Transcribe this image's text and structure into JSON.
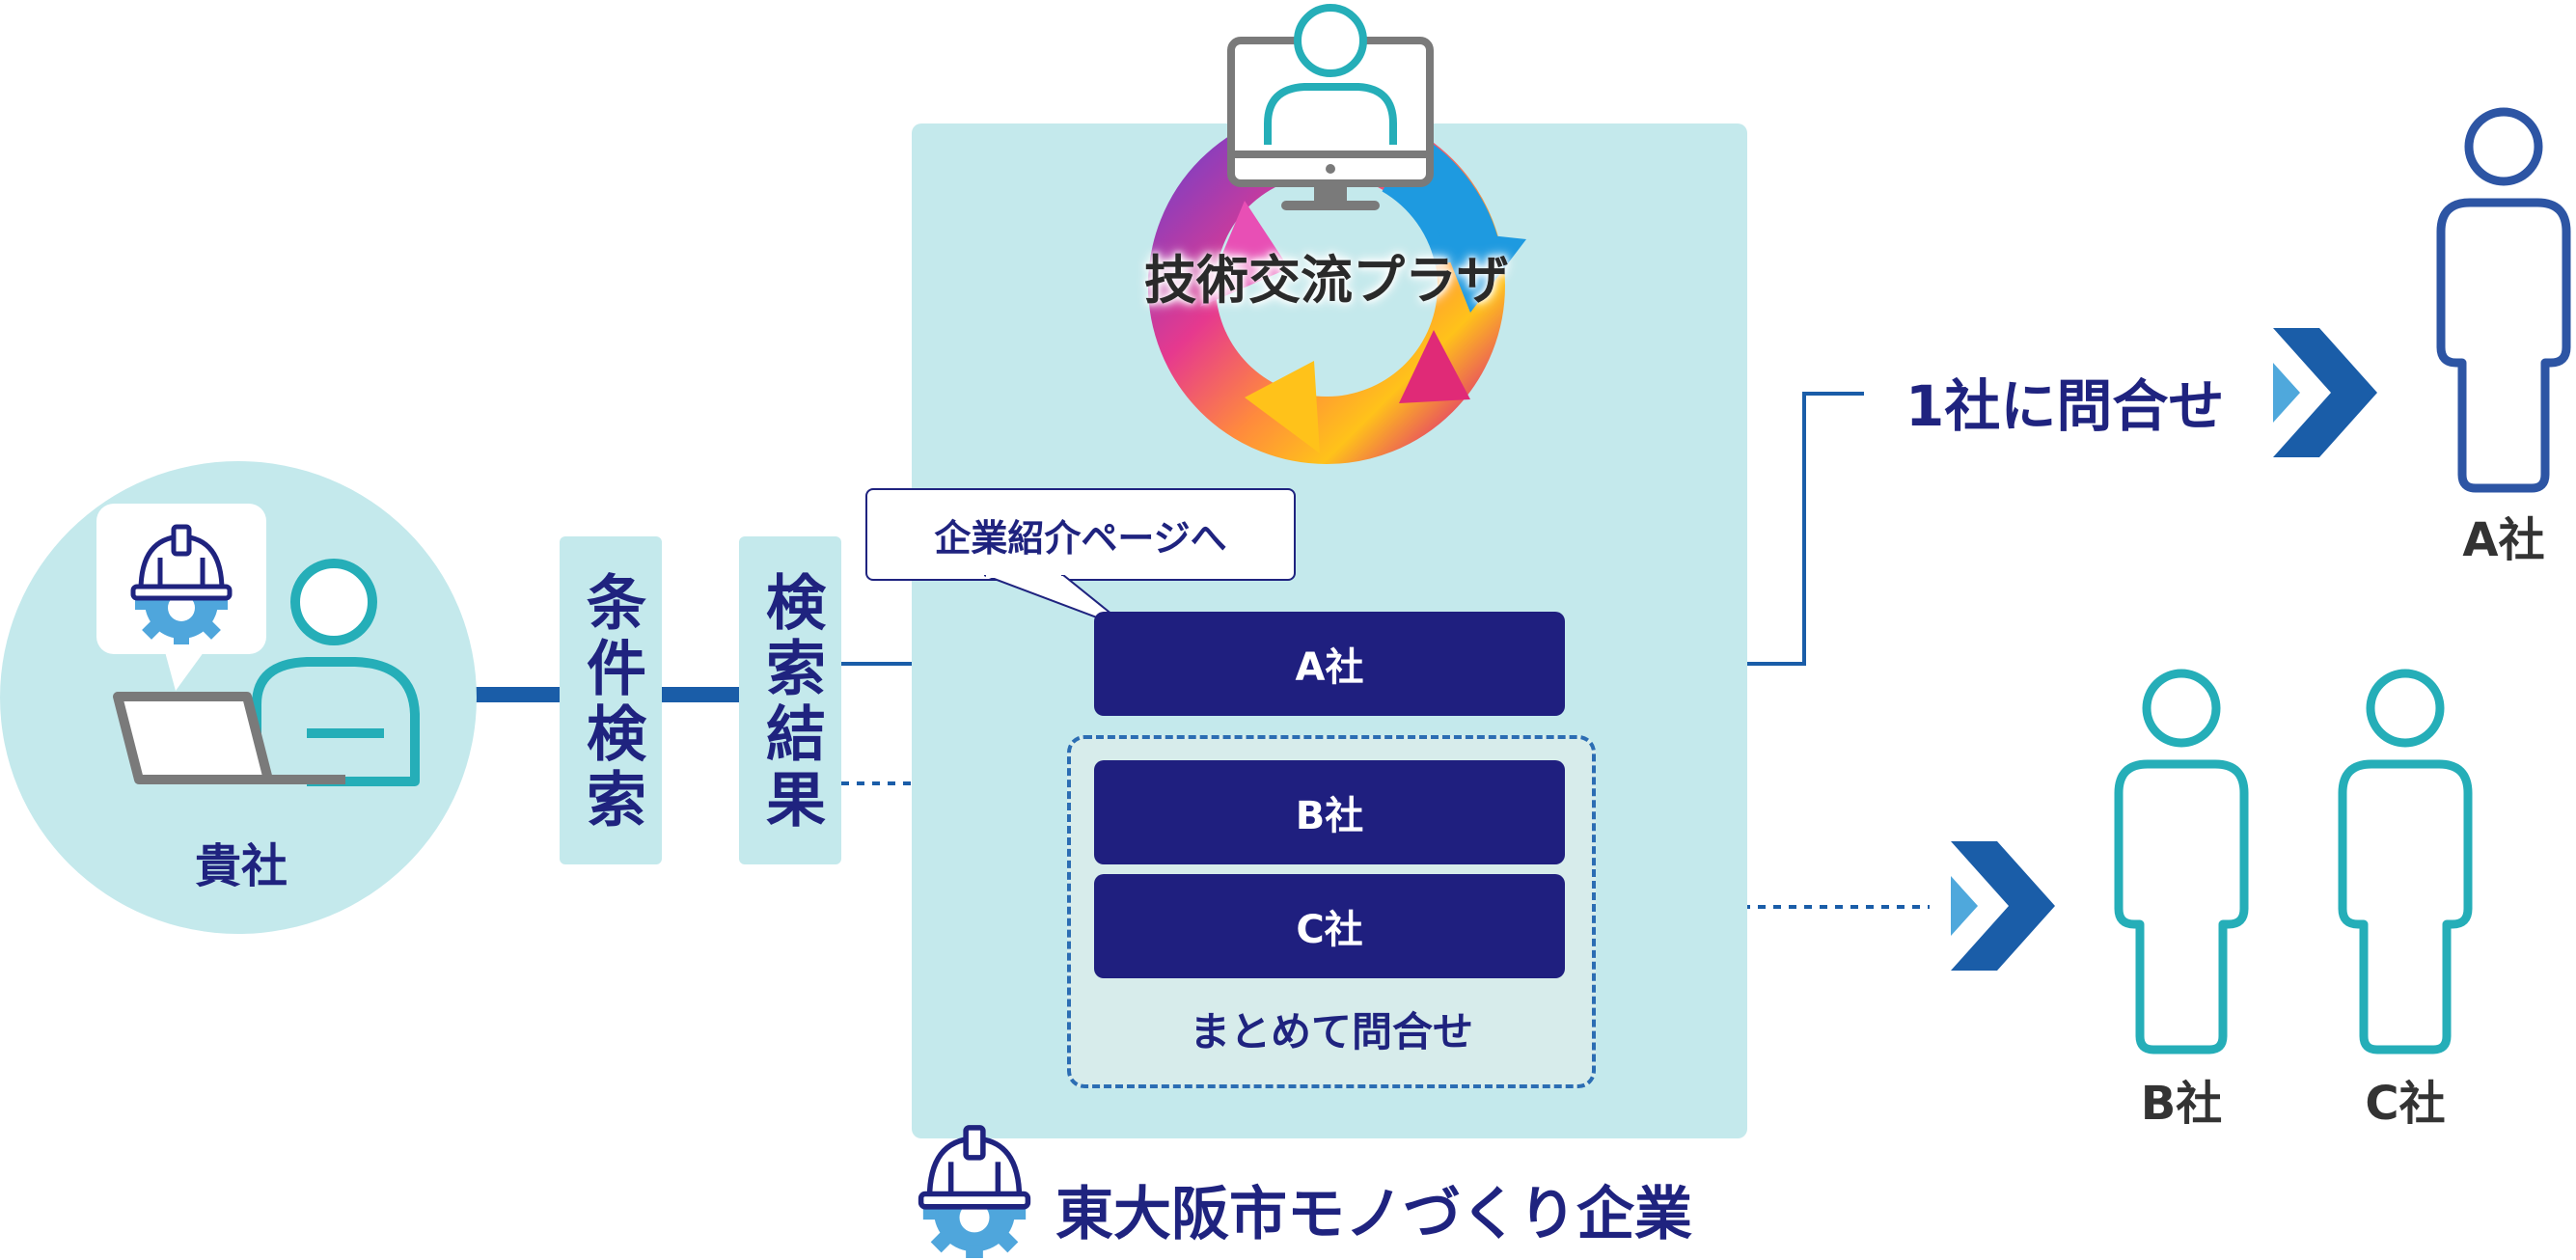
{
  "your_company": {
    "label": "貴社"
  },
  "steps": {
    "search": "条件検索",
    "results": "検索結果"
  },
  "platform": {
    "name": "技術交流プラザ"
  },
  "callout": {
    "text": "企業紹介ページへ"
  },
  "companies": {
    "a": "A社",
    "b": "B社",
    "c": "C社"
  },
  "group_inquiry": {
    "label": "まとめて問合せ"
  },
  "single_inquiry": {
    "label": "1社に問合せ"
  },
  "recipients": {
    "a": "A社",
    "b": "B社",
    "c": "C社"
  },
  "footer": {
    "label": "東大阪市モノづくり企業"
  },
  "colors": {
    "navy": "#1f237f",
    "teal": "#25aeb8",
    "blue": "#2d55a4",
    "panel": "#c4e9ec",
    "link_blue": "#1a5da8"
  }
}
